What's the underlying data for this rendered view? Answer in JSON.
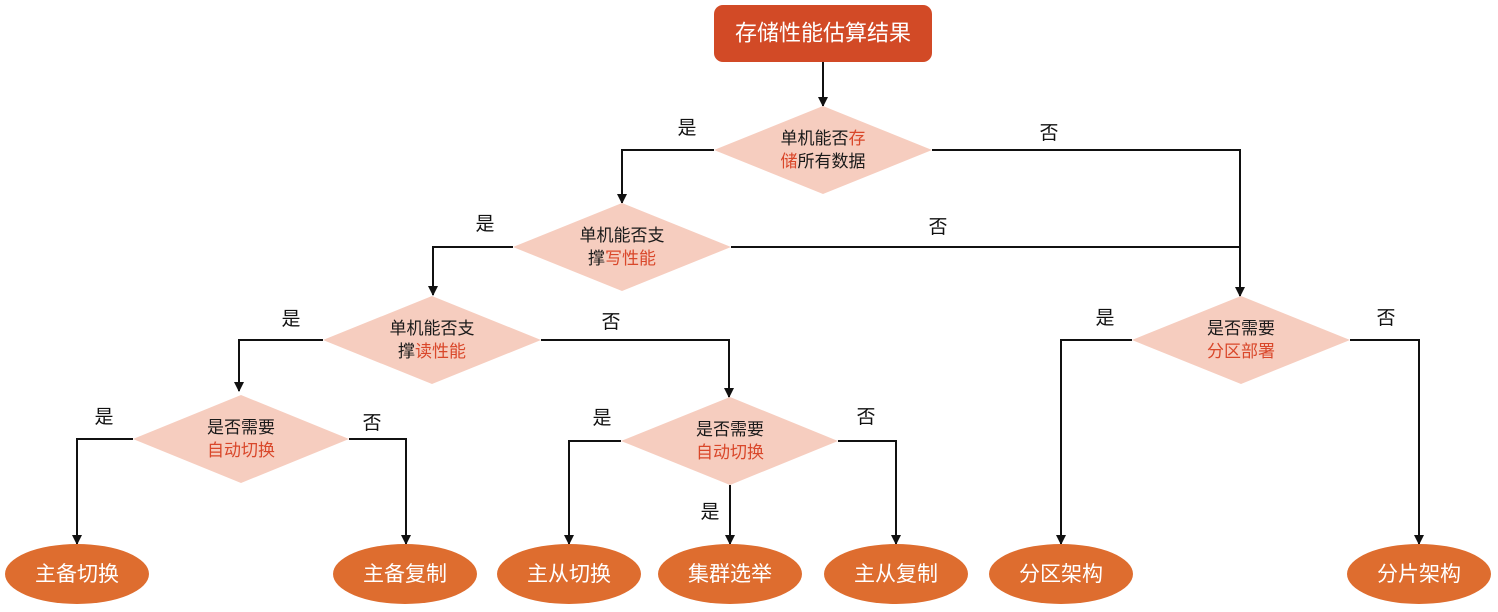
{
  "colors": {
    "root_fill": "#d24a26",
    "diamond_fill": "#f6cdbf",
    "leaf_fill": "#de6d2f",
    "highlight": "#d9472a",
    "line": "#111111"
  },
  "root": {
    "label": "存储性能估算结果"
  },
  "decisions": {
    "d1": {
      "line1_plain": "单机能否",
      "line1_hl": "存",
      "line2_hl": "储",
      "line2_plain": "所有数据"
    },
    "d2": {
      "line1_plain": "单机能否支",
      "line2_plain": "撑",
      "line2_hl": "写性能"
    },
    "d3": {
      "line1_plain": "单机能否支",
      "line2_plain": "撑",
      "line2_hl": "读性能"
    },
    "d4": {
      "line1_plain": "是否需要",
      "line2_hl": "自动切换"
    },
    "d5": {
      "line1_plain": "是否需要",
      "line2_hl": "自动切换"
    },
    "d6": {
      "line1_plain": "是否需要",
      "line2_hl": "分区部署"
    }
  },
  "leaves": {
    "l1": "主备切换",
    "l2": "主备复制",
    "l3": "主从切换",
    "l4": "集群选举",
    "l5": "主从复制",
    "l6": "分区架构",
    "l7": "分片架构"
  },
  "edge_labels": {
    "yes": "是",
    "no": "否"
  }
}
